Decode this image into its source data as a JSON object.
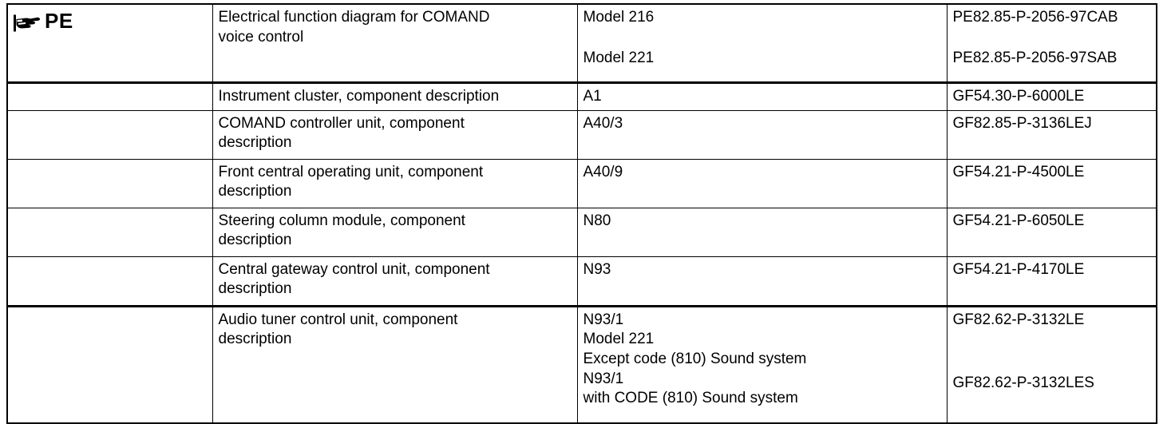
{
  "document": {
    "type": "service-reference-table",
    "icon_label": "PE",
    "icon_name": "pointing-hand-icon",
    "columns": [
      "marker",
      "description",
      "model_or_component",
      "reference_number"
    ]
  },
  "rows": [
    {
      "marker_label": "PE",
      "description": [
        "Electrical function diagram for COMAND",
        "voice control"
      ],
      "model": [
        "Model 216",
        "",
        "Model 221"
      ],
      "reference": [
        "PE82.85-P-2056-97CAB",
        "",
        "PE82.85-P-2056-97SAB"
      ]
    },
    {
      "marker_label": "",
      "description": [
        "Instrument cluster, component description"
      ],
      "model": [
        "A1"
      ],
      "reference": [
        "GF54.30-P-6000LE"
      ]
    },
    {
      "marker_label": "",
      "description": [
        "COMAND controller unit, component",
        "description"
      ],
      "model": [
        "A40/3"
      ],
      "reference": [
        "GF82.85-P-3136LEJ"
      ]
    },
    {
      "marker_label": "",
      "description": [
        "Front central operating unit, component",
        "description"
      ],
      "model": [
        "A40/9"
      ],
      "reference": [
        "GF54.21-P-4500LE"
      ]
    },
    {
      "marker_label": "",
      "description": [
        "Steering column module, component",
        "description"
      ],
      "model": [
        "N80"
      ],
      "reference": [
        "GF54.21-P-6050LE"
      ]
    },
    {
      "marker_label": "",
      "description": [
        "Central gateway control unit, component",
        "description"
      ],
      "model": [
        "N93"
      ],
      "reference": [
        "GF54.21-P-4170LE"
      ]
    },
    {
      "marker_label": "",
      "description": [
        "Audio tuner control unit, component",
        "description"
      ],
      "model": [
        "N93/1",
        "Model 221",
        "Except code (810) Sound system",
        "N93/1",
        "with CODE (810) Sound system"
      ],
      "reference": [
        "GF82.62-P-3132LE",
        "",
        "",
        "GF82.62-P-3132LES",
        ""
      ]
    }
  ],
  "row1": {
    "desc_l1": "Electrical function diagram for COMAND",
    "desc_l2": "voice control",
    "model_l1": "Model 216",
    "model_l2": "Model 221",
    "ref_l1": "PE82.85-P-2056-97CAB",
    "ref_l2": "PE82.85-P-2056-97SAB"
  },
  "row2": {
    "desc_l1": "Instrument cluster, component description",
    "model_l1": "A1",
    "ref_l1": "GF54.30-P-6000LE"
  },
  "row3": {
    "desc_l1": "COMAND controller unit, component",
    "desc_l2": "description",
    "model_l1": "A40/3",
    "ref_l1": "GF82.85-P-3136LEJ"
  },
  "row4": {
    "desc_l1": "Front central operating unit, component",
    "desc_l2": "description",
    "model_l1": "A40/9",
    "ref_l1": "GF54.21-P-4500LE"
  },
  "row5": {
    "desc_l1": "Steering column module, component",
    "desc_l2": "description",
    "model_l1": "N80",
    "ref_l1": "GF54.21-P-6050LE"
  },
  "row6": {
    "desc_l1": "Central gateway control unit, component",
    "desc_l2": "description",
    "model_l1": "N93",
    "ref_l1": "GF54.21-P-4170LE"
  },
  "row7": {
    "desc_l1": "Audio tuner control unit, component",
    "desc_l2": "description",
    "model_l1": "N93/1",
    "model_l2": "Model 221",
    "model_l3": "Except code (810) Sound system",
    "model_l4": "N93/1",
    "model_l5": "with CODE (810) Sound system",
    "ref_l1": "GF82.62-P-3132LE",
    "ref_l2": "GF82.62-P-3132LES"
  },
  "colors": {
    "border": "#000000",
    "text": "#000000",
    "background": "#ffffff"
  }
}
